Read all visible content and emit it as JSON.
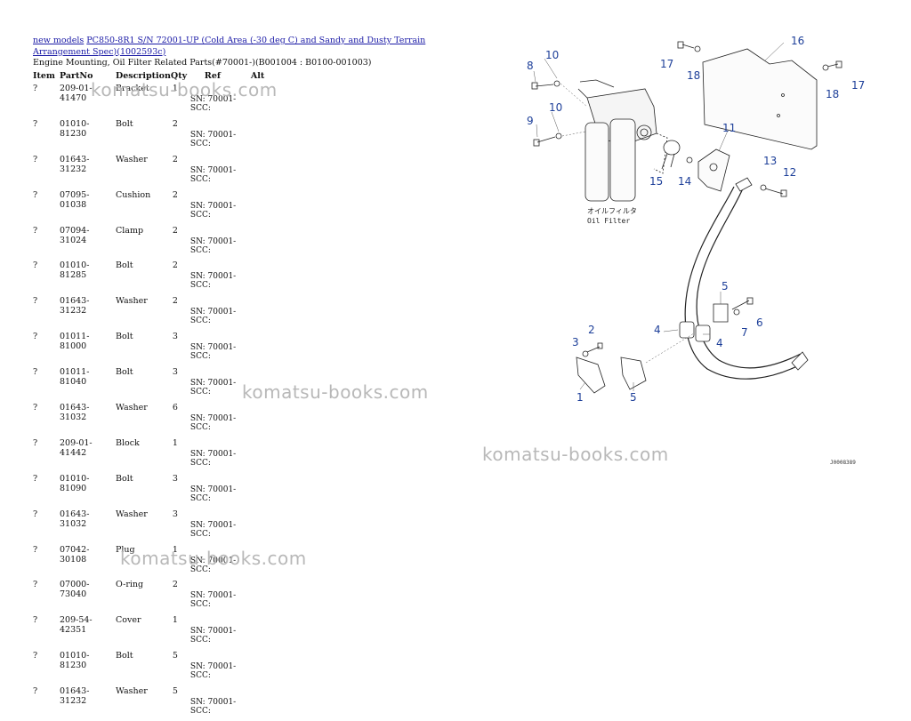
{
  "header": {
    "breadcrumb_link1": "new models",
    "breadcrumb_link2_line1": "PC850-8R1 S/N 72001-UP (Cold Area (-30 deg C) and Sandy and Dusty Terrain",
    "breadcrumb_link2_line2": "Arrangement Spec)(1002593c)",
    "subtitle": "Engine Mounting, Oil Filter Related Parts(#70001-)(B001004 : B0100-001003)"
  },
  "table": {
    "columns": [
      "Item",
      "PartNo",
      "Description",
      "Qty",
      "Ref",
      "Alt"
    ],
    "rows": [
      {
        "item": "?",
        "part": "209-01-41470",
        "desc": "Bracket",
        "qty": "1",
        "ref": "SN: 70001-\nSCC:"
      },
      {
        "item": "?",
        "part": "01010-81230",
        "desc": "Bolt",
        "qty": "2",
        "ref": "SN: 70001-\nSCC:"
      },
      {
        "item": "?",
        "part": "01643-31232",
        "desc": "Washer",
        "qty": "2",
        "ref": "SN: 70001-\nSCC:"
      },
      {
        "item": "?",
        "part": "07095-01038",
        "desc": "Cushion",
        "qty": "2",
        "ref": "SN: 70001-\nSCC:"
      },
      {
        "item": "?",
        "part": "07094-31024",
        "desc": "Clamp",
        "qty": "2",
        "ref": "SN: 70001-\nSCC:"
      },
      {
        "item": "?",
        "part": "01010-81285",
        "desc": "Bolt",
        "qty": "2",
        "ref": "SN: 70001-\nSCC:"
      },
      {
        "item": "?",
        "part": "01643-31232",
        "desc": "Washer",
        "qty": "2",
        "ref": "SN: 70001-\nSCC:"
      },
      {
        "item": "?",
        "part": "01011-81000",
        "desc": "Bolt",
        "qty": "3",
        "ref": "SN: 70001-\nSCC:"
      },
      {
        "item": "?",
        "part": "01011-81040",
        "desc": "Bolt",
        "qty": "3",
        "ref": "SN: 70001-\nSCC:"
      },
      {
        "item": "?",
        "part": "01643-31032",
        "desc": "Washer",
        "qty": "6",
        "ref": "SN: 70001-\nSCC:"
      },
      {
        "item": "?",
        "part": "209-01-41442",
        "desc": "Block",
        "qty": "1",
        "ref": "SN: 70001-\nSCC:"
      },
      {
        "item": "?",
        "part": "01010-81090",
        "desc": "Bolt",
        "qty": "3",
        "ref": "SN: 70001-\nSCC:"
      },
      {
        "item": "?",
        "part": "01643-31032",
        "desc": "Washer",
        "qty": "3",
        "ref": "SN: 70001-\nSCC:"
      },
      {
        "item": "?",
        "part": "07042-30108",
        "desc": "Plug",
        "qty": "1",
        "ref": "SN: 70001-\nSCC:"
      },
      {
        "item": "?",
        "part": "07000-73040",
        "desc": "O-ring",
        "qty": "2",
        "ref": "SN: 70001-\nSCC:"
      },
      {
        "item": "?",
        "part": "209-54-42351",
        "desc": "Cover",
        "qty": "1",
        "ref": "SN: 70001-\nSCC:"
      },
      {
        "item": "?",
        "part": "01010-81230",
        "desc": "Bolt",
        "qty": "5",
        "ref": "SN: 70001-\nSCC:"
      },
      {
        "item": "?",
        "part": "01643-31232",
        "desc": "Washer",
        "qty": "5",
        "ref": "SN: 70001-\nSCC:"
      }
    ]
  },
  "diagram": {
    "callouts": [
      "1",
      "2",
      "3",
      "4",
      "4",
      "5",
      "5",
      "6",
      "7",
      "8",
      "9",
      "10",
      "10",
      "11",
      "12",
      "13",
      "14",
      "15",
      "16",
      "17",
      "17",
      "18",
      "18"
    ],
    "label_jp": "オイルフィルタ",
    "label_en": "Oil Filter",
    "code": "J0008389",
    "line_color": "#222222",
    "callout_color": "#1d3f99"
  },
  "watermarks": [
    "komatsu-books.com",
    "komatsu-books.com",
    "komatsu-books.com",
    "komatsu-books.com"
  ]
}
